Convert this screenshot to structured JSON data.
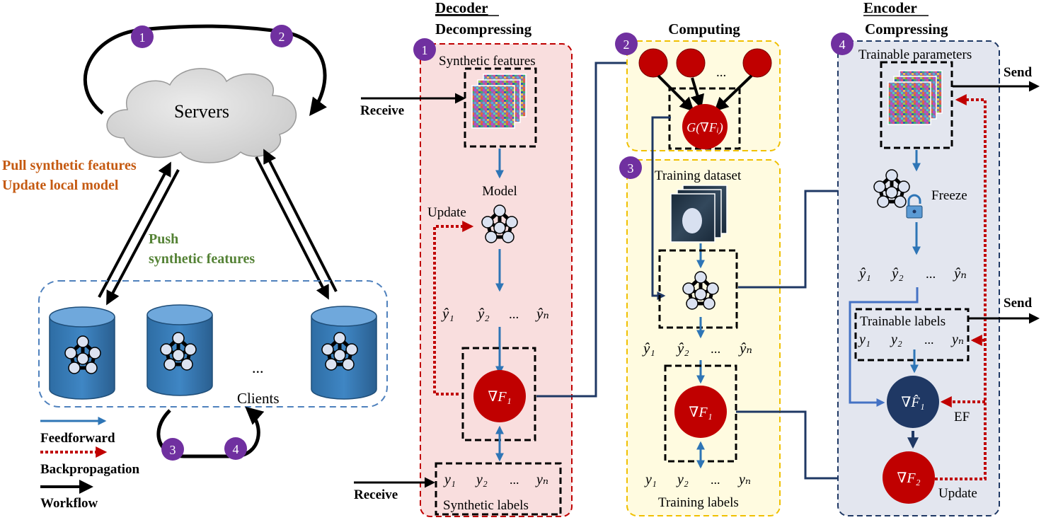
{
  "left": {
    "servers": "Servers",
    "pull_line1": "Pull synthetic features",
    "pull_line2": "Update local model",
    "push_line1": "Push",
    "push_line2": "synthetic features",
    "clients": "Clients",
    "ellipsis": "...",
    "badge_1": "1",
    "badge_2": "2",
    "badge_3": "3",
    "badge_4": "4"
  },
  "legend": {
    "feedforward": "Feedforward",
    "backpropagation": "Backpropagation",
    "workflow": "Workflow"
  },
  "decoder": {
    "title": "Decoder",
    "subtitle": "Decompressing",
    "badge": "1",
    "synthetic_features": "Synthetic features",
    "receive_top": "Receive",
    "model": "Model",
    "update": "Update",
    "yhat_1": "ŷ₁",
    "yhat_2": "ŷ₂",
    "ellipsis": "...",
    "yhat_n": "ŷₙ",
    "grad": "∇F₁",
    "y_1": "y₁",
    "y_2": "y₂",
    "y_n": "yₙ",
    "synthetic_labels": "Synthetic labels",
    "receive_bottom": "Receive"
  },
  "computing": {
    "title": "Computing",
    "badge_2": "2",
    "ellipsis": "...",
    "g_node": "G(∇Fᵢ)",
    "badge_3": "3",
    "training_dataset": "Training dataset",
    "yhat_1": "ŷ₁",
    "yhat_2": "ŷ₂",
    "yhat_n": "ŷₙ",
    "grad": "∇F₁",
    "y_1": "y₁",
    "y_2": "y₂",
    "y_n": "yₙ",
    "training_labels": "Training labels"
  },
  "encoder": {
    "title": "Encoder",
    "subtitle": "Compressing",
    "badge": "4",
    "trainable_parameters": "Trainable parameters",
    "send_top": "Send",
    "freeze": "Freeze",
    "yhat_1": "ŷ₁",
    "yhat_2": "ŷ₂",
    "ellipsis": "...",
    "yhat_n": "ŷₙ",
    "trainable_labels": "Trainable labels",
    "send_mid": "Send",
    "y_1": "y₁",
    "y_2": "y₂",
    "y_n": "yₙ",
    "grad_hat": "∇F̂₁",
    "ef": "EF",
    "grad2": "∇F₂",
    "update": "Update"
  },
  "colors": {
    "badge": "#7030a0",
    "feedforward": "#2e75b6",
    "backprop": "#c00000",
    "workflow": "#000000",
    "navy": "#1f3864",
    "node_red": "#c00000",
    "decoder_bg": "#f9dede",
    "computing_bg": "#fffbe0",
    "encoder_bg": "#e3e6ef",
    "pull_text": "#c55a11",
    "push_text": "#548235"
  }
}
